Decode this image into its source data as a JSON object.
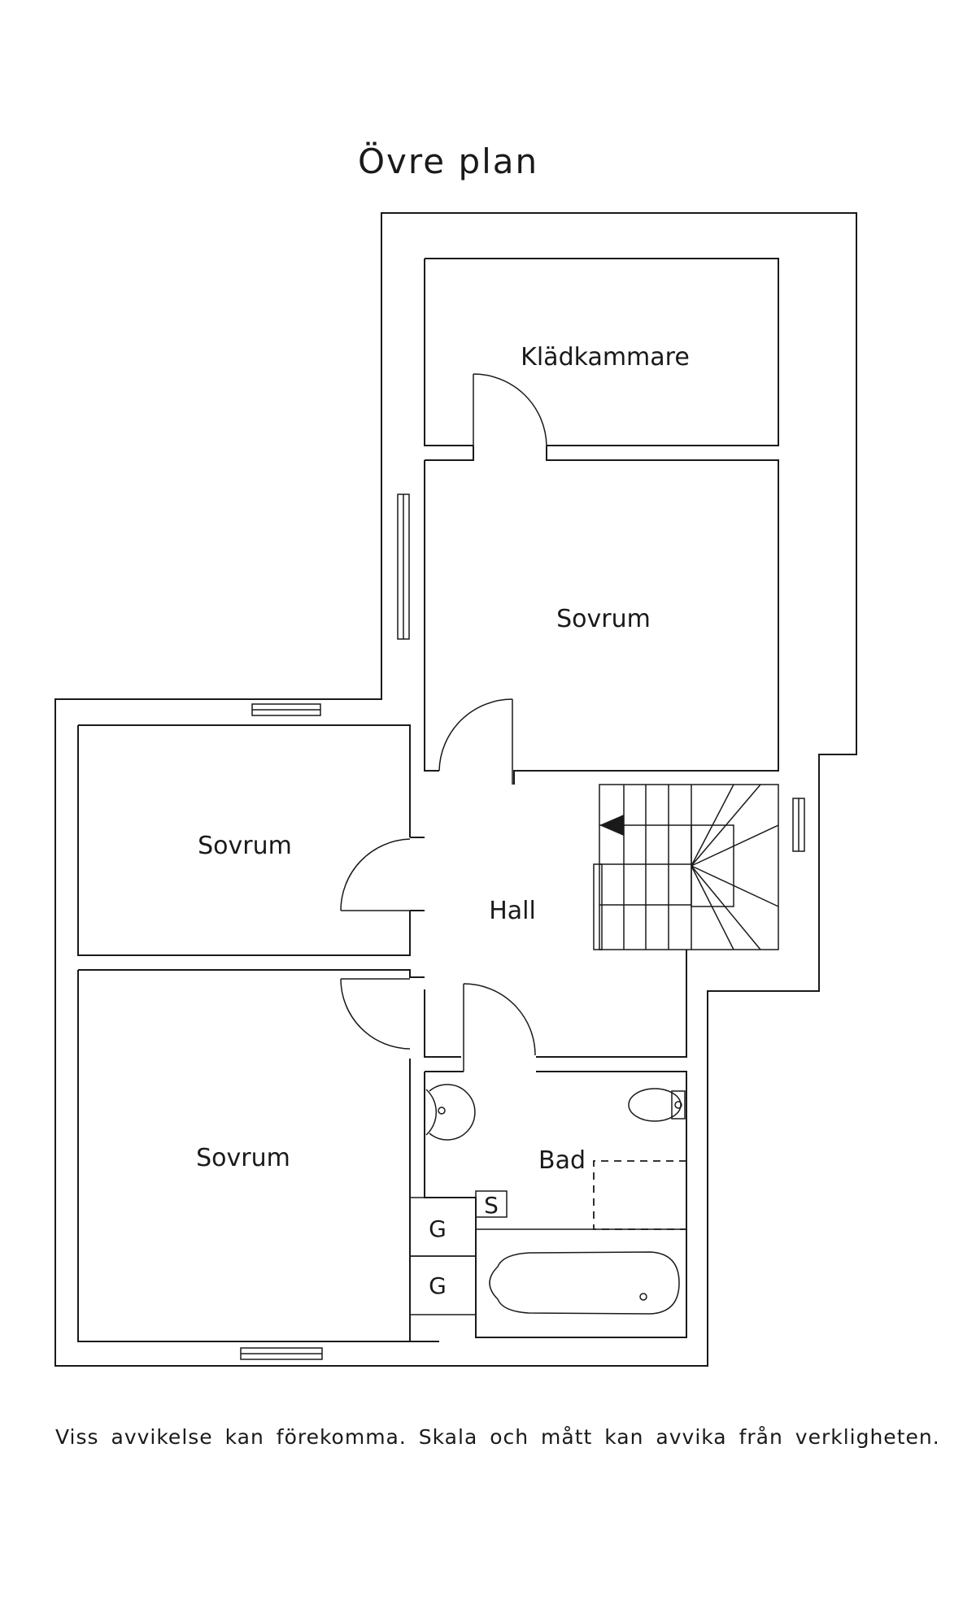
{
  "title": "Övre plan",
  "rooms": {
    "walk_in_closet": "Klädkammare",
    "bedroom_top": "Sovrum",
    "bedroom_left": "Sovrum",
    "bedroom_bottom": "Sovrum",
    "hall": "Hall",
    "bathroom": "Bad"
  },
  "fixtures": {
    "shower_mark": "S",
    "cabinet_mark_1": "G",
    "cabinet_mark_2": "G"
  },
  "icons": [
    "door-swing-icon",
    "window-icon",
    "staircase-icon",
    "toilet-icon",
    "washbasin-icon",
    "bathtub-icon",
    "stair-direction-arrow-icon"
  ],
  "colors": {
    "line": "#1a1a1a",
    "background": "#ffffff"
  },
  "footer_note": "Viss avvikelse kan förekomma. Skala och mått kan avvika från verkligheten."
}
